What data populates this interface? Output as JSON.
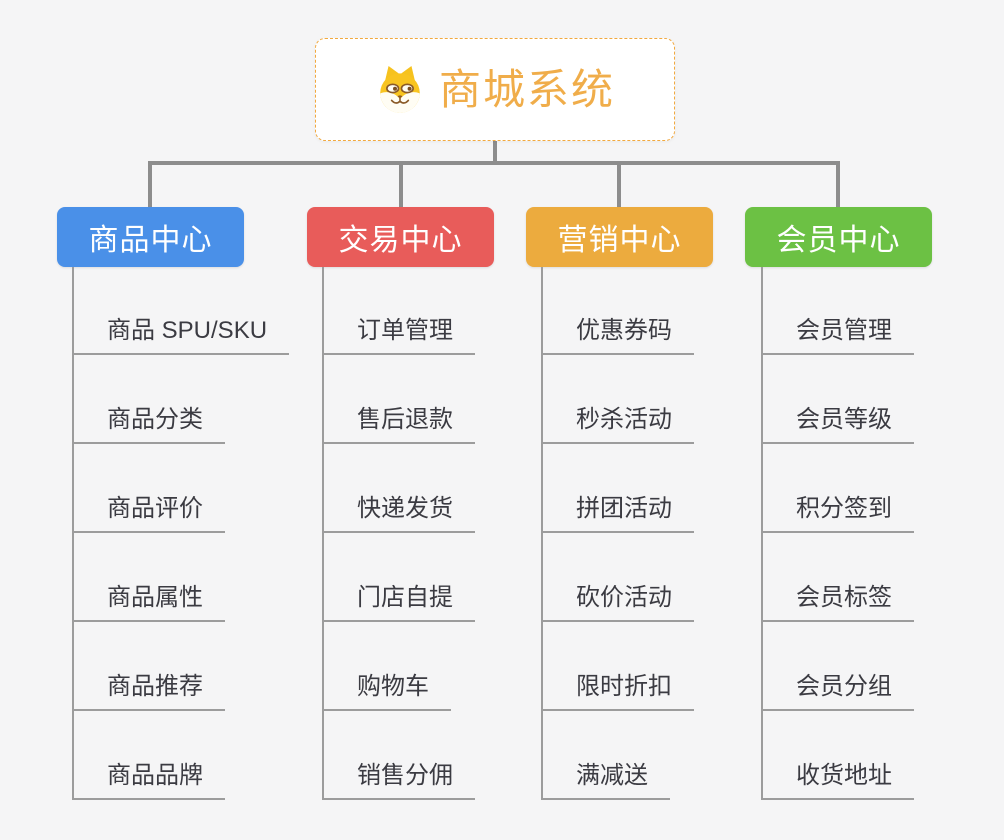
{
  "root": {
    "title": "商城系统",
    "icon": "dog-face-icon",
    "text_color": "#f0ad4a",
    "border_color": "#f2a93f"
  },
  "branches": [
    {
      "slug": "product-center",
      "label": "商品中心",
      "color": "#4a90e8",
      "children": [
        "商品 SPU/SKU",
        "商品分类",
        "商品评价",
        "商品属性",
        "商品推荐",
        "商品品牌"
      ]
    },
    {
      "slug": "trade-center",
      "label": "交易中心",
      "color": "#e85c5a",
      "children": [
        "订单管理",
        "售后退款",
        "快递发货",
        "门店自提",
        "购物车",
        "销售分佣"
      ]
    },
    {
      "slug": "marketing-center",
      "label": "营销中心",
      "color": "#ecab3e",
      "children": [
        "优惠券码",
        "秒杀活动",
        "拼团活动",
        "砍价活动",
        "限时折扣",
        "满减送"
      ]
    },
    {
      "slug": "member-center",
      "label": "会员中心",
      "color": "#6cc144",
      "children": [
        "会员管理",
        "会员等级",
        "积分签到",
        "会员标签",
        "会员分组",
        "收货地址"
      ]
    }
  ],
  "colors": {
    "background": "#f5f5f6",
    "connector": "#8d8d8d",
    "child_line": "#9c9c9c",
    "child_text": "#3b3b42"
  }
}
